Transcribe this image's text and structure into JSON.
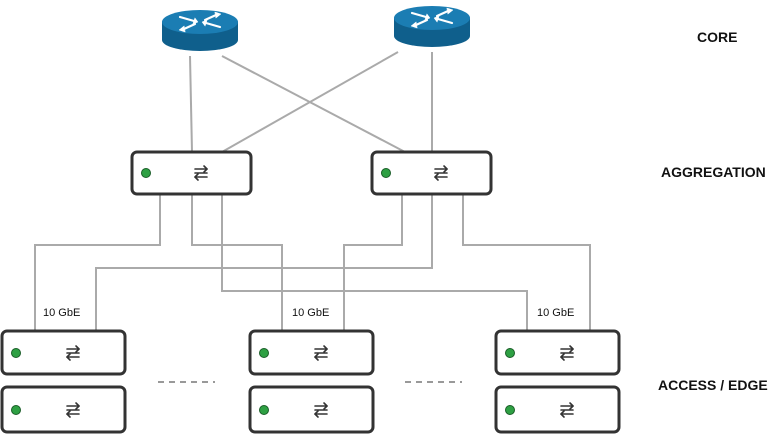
{
  "layers": {
    "core": "CORE",
    "aggregation": "AGGREGATION",
    "access": "ACCESS / EDGE"
  },
  "link_labels": [
    "10 GbE",
    "10 GbE",
    "10 GbE"
  ],
  "colors": {
    "router_top": "#1b7db3",
    "router_side": "#0f5f8c",
    "switch_border": "#333333",
    "status_led": "#2ea043",
    "link": "#aaaaaa",
    "ellipsis": "#999999"
  },
  "icons": {
    "router": "router-icon",
    "switch_arrows": "exchange-arrows-icon",
    "led": "status-led-icon"
  }
}
